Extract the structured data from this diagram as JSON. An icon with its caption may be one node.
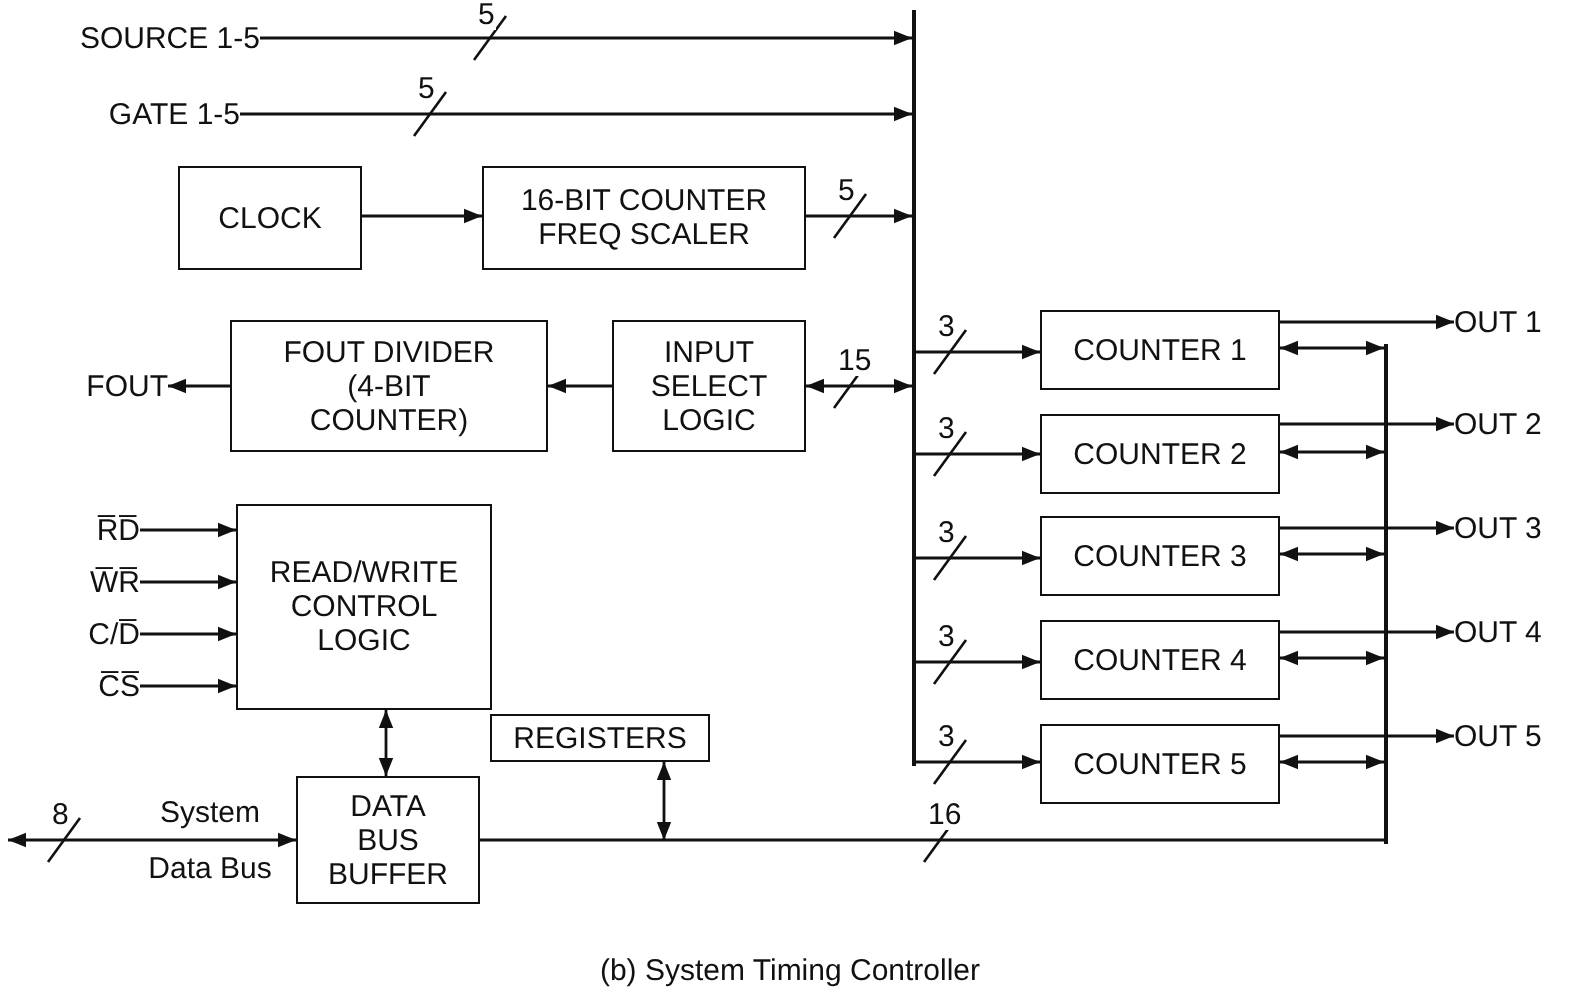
{
  "diagram": {
    "caption": "(b) System Timing Controller",
    "nodes": [
      {
        "text": [
          "SOURCE 1-5"
        ]
      },
      {
        "text": [
          "GATE 1-5"
        ]
      },
      {
        "text": [
          "CLOCK"
        ]
      },
      {
        "text": [
          "16-BIT COUNTER FREQ SCALER"
        ]
      },
      {
        "text": [
          "FOUT"
        ]
      },
      {
        "text": [
          "FOUT DIVIDER (4-BIT COUNTER)"
        ]
      },
      {
        "text": [
          "INPUT SELECT LOGIC"
        ]
      },
      {
        "text": [],
        "shape": "bar"
      },
      {
        "text": [
          "COUNTER 1"
        ]
      },
      {
        "text": [
          "COUNTER 2"
        ]
      },
      {
        "text": [
          "COUNTER 3"
        ]
      },
      {
        "text": [
          "COUNTER 4"
        ]
      },
      {
        "text": [
          "COUNTER 5"
        ]
      },
      {
        "text": [
          "OUT 1"
        ]
      },
      {
        "text": [
          "OUT 2"
        ]
      },
      {
        "text": [
          "OUT 3"
        ]
      },
      {
        "text": [
          "OUT 4"
        ]
      },
      {
        "text": [
          "OUT 5"
        ]
      },
      {
        "text": [
          "R̅D̅"
        ]
      },
      {
        "text": [
          "W̅R̅"
        ]
      },
      {
        "text": [
          "C/D̅"
        ]
      },
      {
        "text": [
          "C̅S̅"
        ]
      },
      {
        "text": [
          "READ/WRITE CONTROL LOGIC"
        ]
      },
      {
        "text": [
          "REGISTERS"
        ]
      },
      {
        "text": [
          "DATA BUS BUFFER"
        ]
      },
      {
        "text": [],
        "shape": "bar"
      }
    ],
    "edges": [
      {
        "from": 0,
        "to": 7,
        "arrow": "to",
        "label": "5"
      },
      {
        "from": 1,
        "to": 7,
        "arrow": "to",
        "label": "5"
      },
      {
        "from": 2,
        "to": 3,
        "arrow": "to"
      },
      {
        "from": 3,
        "to": 7,
        "arrow": "to",
        "label": "5"
      },
      {
        "from": 6,
        "to": 5,
        "arrow": "to"
      },
      {
        "from": 5,
        "to": 4,
        "arrow": "to"
      },
      {
        "from": 6,
        "to": 7,
        "arrow": "both",
        "label": "15"
      },
      {
        "from": 7,
        "to": 8,
        "arrow": "to",
        "label": "3"
      },
      {
        "from": 7,
        "to": 9,
        "arrow": "to",
        "label": "3"
      },
      {
        "from": 7,
        "to": 10,
        "arrow": "to",
        "label": "3"
      },
      {
        "from": 7,
        "to": 11,
        "arrow": "to",
        "label": "3"
      },
      {
        "from": 7,
        "to": 12,
        "arrow": "to",
        "label": "3"
      },
      {
        "from": 8,
        "to": 13,
        "arrow": "to"
      },
      {
        "from": 9,
        "to": 14,
        "arrow": "to"
      },
      {
        "from": 10,
        "to": 15,
        "arrow": "to"
      },
      {
        "from": 11,
        "to": 16,
        "arrow": "to"
      },
      {
        "from": 12,
        "to": 17,
        "arrow": "to"
      },
      {
        "from": 8,
        "to": 25,
        "arrow": "both"
      },
      {
        "from": 9,
        "to": 25,
        "arrow": "both"
      },
      {
        "from": 10,
        "to": 25,
        "arrow": "both"
      },
      {
        "from": 11,
        "to": 25,
        "arrow": "both"
      },
      {
        "from": 12,
        "to": 25,
        "arrow": "both"
      },
      {
        "from": 18,
        "to": 22,
        "arrow": "to"
      },
      {
        "from": 19,
        "to": 22,
        "arrow": "to"
      },
      {
        "from": 20,
        "to": 22,
        "arrow": "to"
      },
      {
        "from": 21,
        "to": 22,
        "arrow": "to"
      },
      {
        "from": 22,
        "to": 24,
        "arrow": "both"
      },
      {
        "from": 23,
        "to": null,
        "arrow": "both"
      },
      {
        "from": 24,
        "to": 25,
        "arrow": "none",
        "label": "16"
      },
      {
        "from": null,
        "to": 24,
        "arrow": "both",
        "label": "8"
      }
    ],
    "labels": [
      "System Data Bus"
    ]
  }
}
